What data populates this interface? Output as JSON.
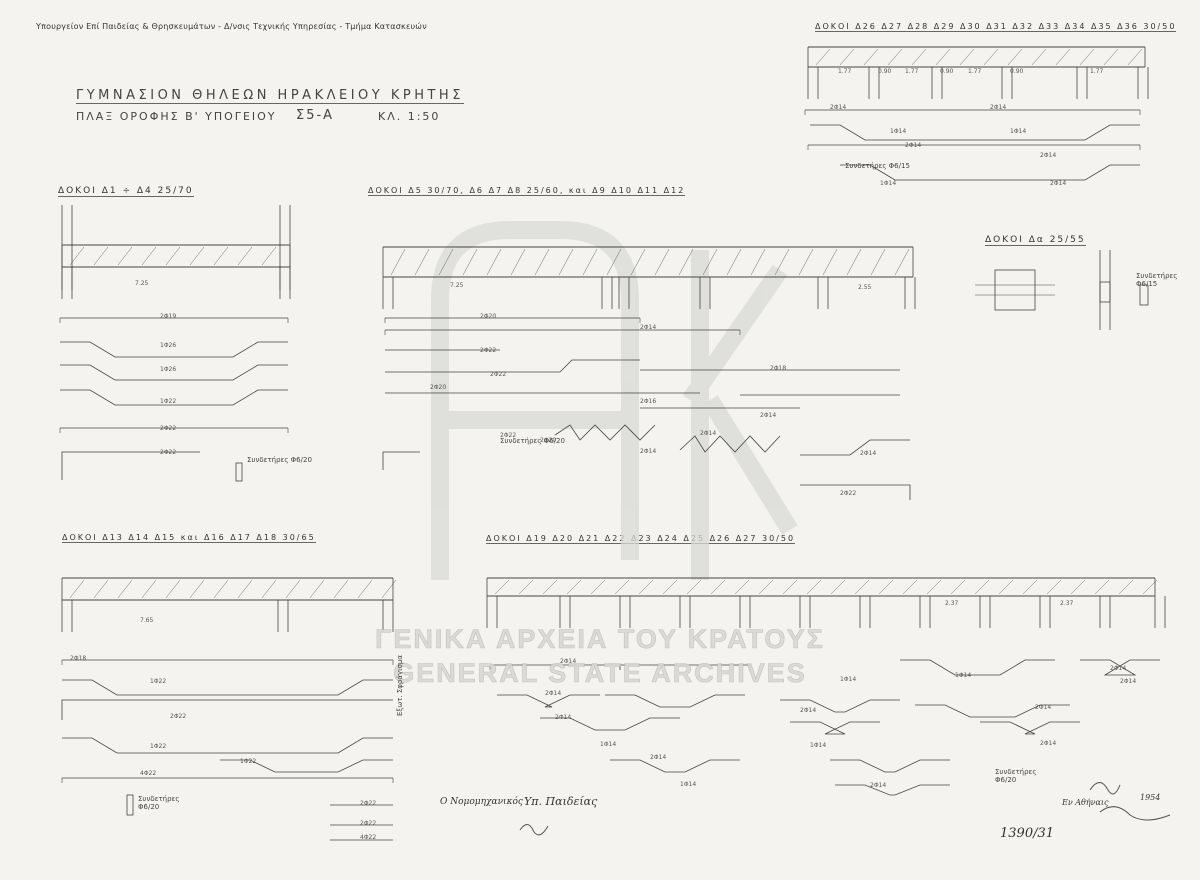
{
  "header": {
    "ministry_line": "Υπουργείον Επί Παιδείας & Θρησκευμάτων - Δ/νσις Τεχνικής Υπηρεσίας - Τμήμα Κατασκευών"
  },
  "title": {
    "line1": "ΓΥΜΝΑΣΙΟΝ ΘΗΛΕΩΝ ΗΡΑΚΛΕΙΟΥ ΚΡΗΤΗΣ",
    "line2a": "ΠΛΑΞ ΟΡΟΦΗΣ Β' ΥΠΟΓΕΙΟΥ",
    "line2b": "Σ5-Α",
    "line2c": "ΚΛ. 1:50"
  },
  "sections": {
    "top_right": "ΔΟΚΟΙ Δ26 Δ27 Δ28 Δ29 Δ30 Δ31 Δ32 Δ33 Δ34 Δ35 Δ36 30/50",
    "left_top": "ΔΟΚΟΙ Δ1 ÷ Δ4 25/70",
    "mid_top": "ΔΟΚΟΙ Δ5 30/70, Δ6 Δ7 Δ8 25/60, και Δ9 Δ10 Δ11 Δ12",
    "right_small": "ΔΟΚΟΙ Δα 25/55",
    "bottom_left": "ΔΟΚΟΙ Δ13 Δ14 Δ15 και Δ16 Δ17 Δ18 30/65",
    "bottom_right": "ΔΟΚΟΙ Δ19 Δ20 Δ21 Δ22 Δ23 Δ24 Δ25 Δ26 Δ27 30/50"
  },
  "bar_labels": {
    "tr": [
      "2Φ14",
      "1Φ14",
      "2Φ14",
      "2Φ14",
      "1Φ14",
      "2Φ14",
      "1Φ14",
      "2Φ14"
    ],
    "lt": [
      "2Φ19",
      "1Φ26",
      "1Φ26",
      "1Φ22",
      "2Φ22",
      "2Φ22"
    ],
    "mt": [
      "2Φ20",
      "2Φ14",
      "2Φ22",
      "2Φ22",
      "2Φ20",
      "2Φ18",
      "2Φ16",
      "2Φ14",
      "2Φ22",
      "2Φ20",
      "2Φ14",
      "2Φ14",
      "2Φ14",
      "2Φ22"
    ],
    "bl": [
      "2Φ18",
      "1Φ22",
      "2Φ22",
      "1Φ22",
      "1Φ22",
      "4Φ22",
      "2Φ22",
      "2Φ22",
      "4Φ22"
    ],
    "br": [
      "2Φ14",
      "1Φ14",
      "2Φ14",
      "2Φ14",
      "1Φ14",
      "2Φ14",
      "2Φ14",
      "1Φ14",
      "2Φ14",
      "2Φ14",
      "1Φ14",
      "2Φ14",
      "2Φ14",
      "1Φ14",
      "2Φ14"
    ]
  },
  "span_labels": [
    "1.77",
    "0.90",
    "1.77",
    "0.90",
    "1.77",
    "0.90",
    "1.77",
    "7.25",
    "7.25",
    "2.55",
    "7.65",
    "2.37",
    "2.37"
  ],
  "stirrups": {
    "label": "Συνδετήρες",
    "a": "Φ6/20",
    "b": "Φ6/20",
    "c": "Φ6/15"
  },
  "archive": {
    "line_gr": "ΓΕΝΙΚΑ ΑΡΧΕΙΑ ΤΟΥ ΚΡΑΤΟΥΣ",
    "line_en": "GENERAL STATE ARCHIVES"
  },
  "footer": {
    "authority": "Ο Νομομηχανικός",
    "ministry": "Υπ. Παιδείας",
    "place_date": "Εν Αθήναις",
    "year": "1954",
    "sheet_no": "1390/31",
    "vertical_note": "Εξωτ. Σφράγισμα"
  },
  "watermark": {
    "logo": "ΓΑΚ logo"
  }
}
